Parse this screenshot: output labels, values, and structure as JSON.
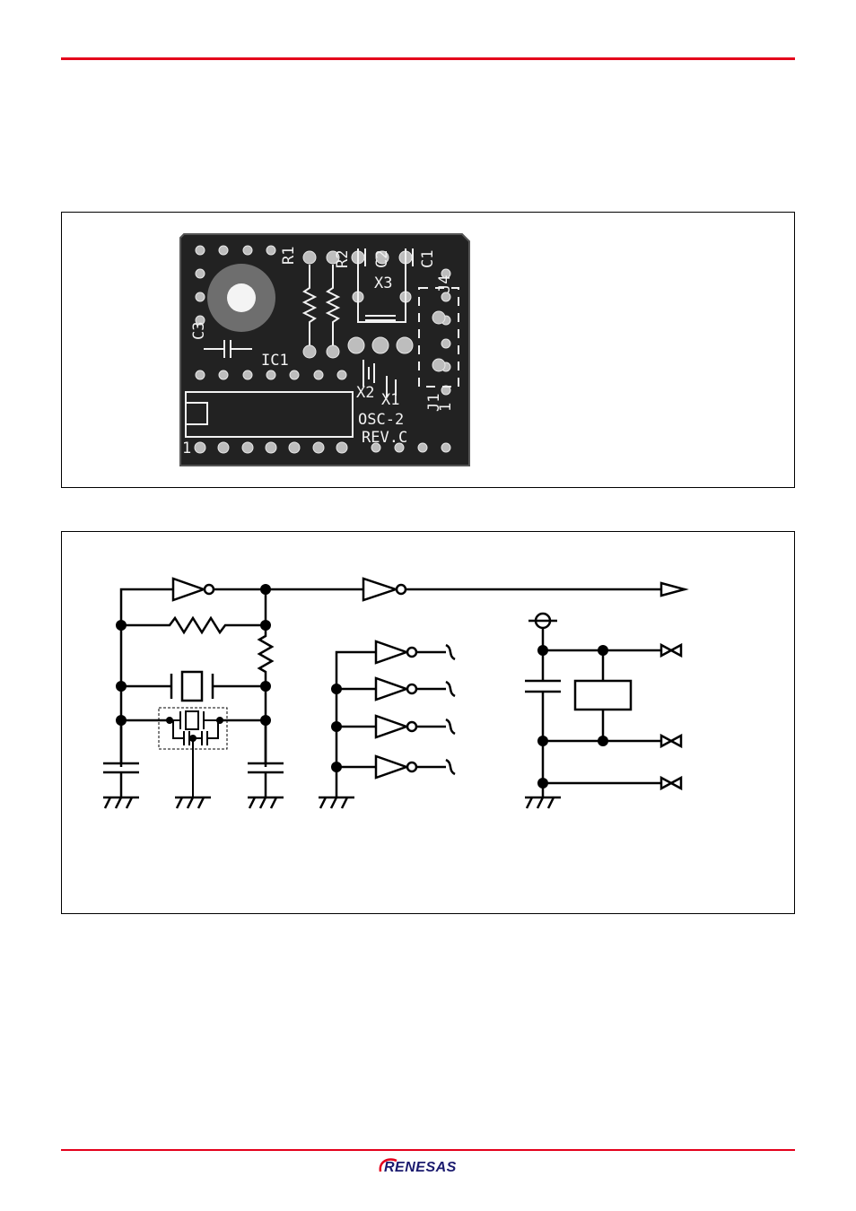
{
  "colors": {
    "brand": "#e4001b",
    "board": "#202020",
    "silk": "#f2f2f2"
  },
  "board": {
    "labels": {
      "r1": "R1",
      "r2": "R2",
      "c2": "C2",
      "c1": "C1",
      "x3": "X3",
      "j4": "J4",
      "c3": "C3",
      "ic1": "IC1",
      "x2": "X2",
      "x1": "X1",
      "j1": "J1",
      "pin1_left": "1",
      "pin1_j1": "1",
      "name": "OSC-2",
      "rev": "REV.C"
    }
  },
  "footer": {
    "brand": "RENESAS"
  }
}
